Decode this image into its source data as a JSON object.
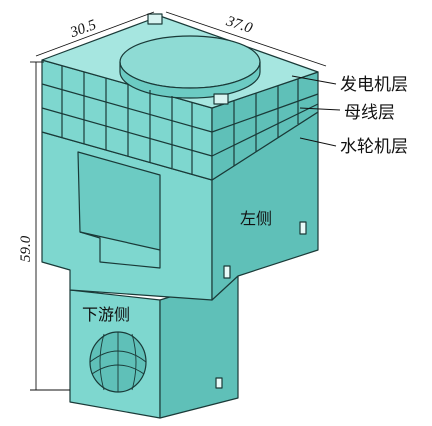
{
  "dimensions": {
    "depth": "30.5",
    "width": "37.0",
    "height": "59.0"
  },
  "floor_labels": {
    "generator": "发电机层",
    "busbar": "母线层",
    "turbine": "水轮机层"
  },
  "face_labels": {
    "left_side": "左侧",
    "downstream_side": "下游侧"
  },
  "colors": {
    "structure_fill": "#7ed7cf",
    "structure_fill_dark": "#5fc0b8",
    "structure_fill_light": "#a6e6e0",
    "outline": "#1a3a38",
    "text": "#111111"
  }
}
